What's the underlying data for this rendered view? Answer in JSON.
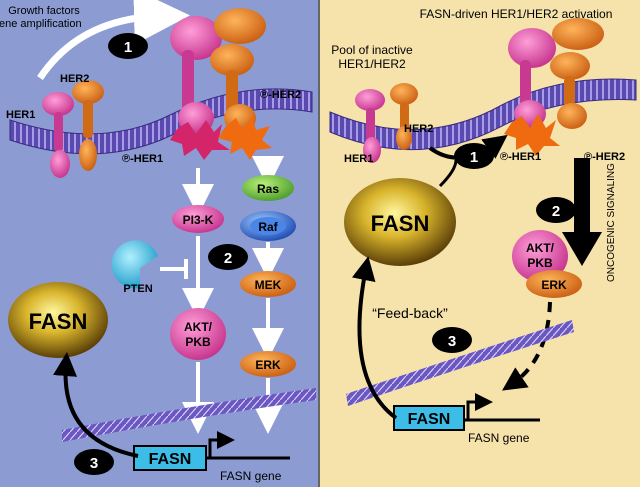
{
  "left_panel": {
    "growth_label_line1": "Growth factors",
    "growth_label_line2": "Gene amplification",
    "her2_label": "HER2",
    "her1_label": "HER1",
    "p_her2_label": "℗-HER2",
    "p_her1_label": "℗-HER1",
    "pi3k_label": "PI3-K",
    "pten_label": "PTEN",
    "akt_label_line1": "AKT/",
    "akt_label_line2": "PKB",
    "ras_label": "Ras",
    "raf_label": "Raf",
    "mek_label": "MEK",
    "erk_label": "ERK",
    "fasn_label": "FASN",
    "fasn_gene_box": "FASN",
    "fasn_gene_label": "FASN gene",
    "step1": "1",
    "step2": "2",
    "step3": "3"
  },
  "right_panel": {
    "title": "FASN-driven HER1/HER2 activation",
    "pool_line1": "Pool of inactive",
    "pool_line2": "HER1/HER2",
    "her2_label": "HER2",
    "her1_label": "HER1",
    "p_her1_label": "℗-HER1",
    "p_her2_label": "℗-HER2",
    "oncogenic_label": "ONCOGENIC SIGNALING",
    "fasn_label": "FASN",
    "akt_label_line1": "AKT/",
    "akt_label_line2": "PKB",
    "erk_label": "ERK",
    "feedback_label": "“Feed-back”",
    "fasn_gene_box": "FASN",
    "fasn_gene_label": "FASN gene",
    "step1": "1",
    "step2": "2",
    "step3": "3"
  },
  "colors": {
    "left_bg": "#8c9cd3",
    "right_bg": "#f6e2ab",
    "fasn_gold": "#c9a628",
    "pink": "#e056a8",
    "orange": "#e07a20",
    "gene_box": "#3bbde8"
  }
}
